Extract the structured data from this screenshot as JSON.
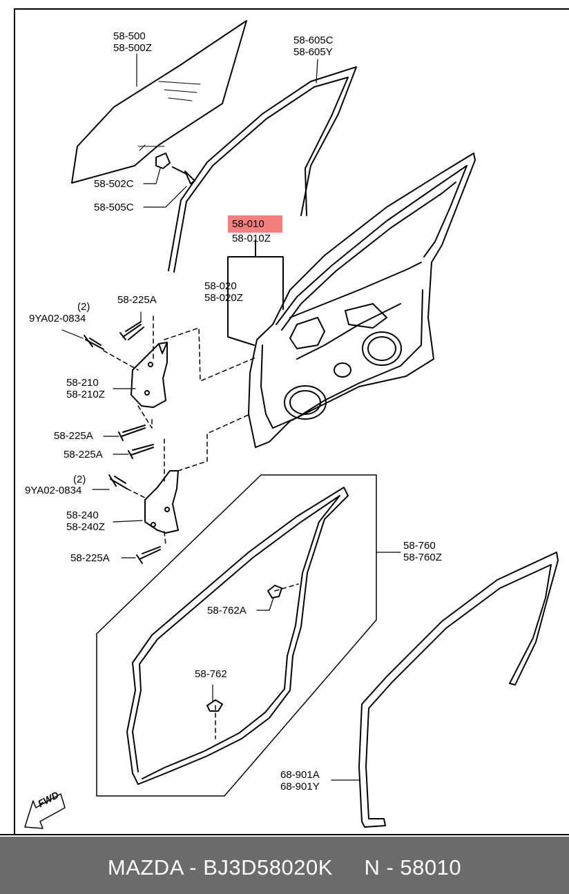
{
  "labels": {
    "glass": [
      "58-500",
      "58-500Z"
    ],
    "glass_run": [
      "58-605C",
      "58-605Y"
    ],
    "clip_502": "58-502C",
    "bolt_505": "58-505C",
    "door_panel": [
      "58-010",
      "58-010Z"
    ],
    "door_assy": [
      "58-020",
      "58-020Z"
    ],
    "bolt_top": "58-225A",
    "nut_upper_qty": "(2)",
    "nut_upper": "9YA02-0834",
    "hinge_upper": [
      "58-210",
      "58-210Z"
    ],
    "bolt_mid1": "58-225A",
    "bolt_mid2": "58-225A",
    "nut_lower_qty": "(2)",
    "nut_lower": "9YA02-0834",
    "hinge_lower": [
      "58-240",
      "58-240Z"
    ],
    "bolt_bottom": "58-225A",
    "weatherstrip": [
      "58-760",
      "58-760Z"
    ],
    "clip_762a": "58-762A",
    "clip_762": "58-762",
    "seal_68": [
      "68-901A",
      "68-901Y"
    ],
    "fwd": "FWD"
  },
  "highlight_color": "#f47f7f",
  "footer": {
    "text": "MAZDA - BJ3D58020K     N - 58010",
    "background": "#6b6b6b"
  }
}
